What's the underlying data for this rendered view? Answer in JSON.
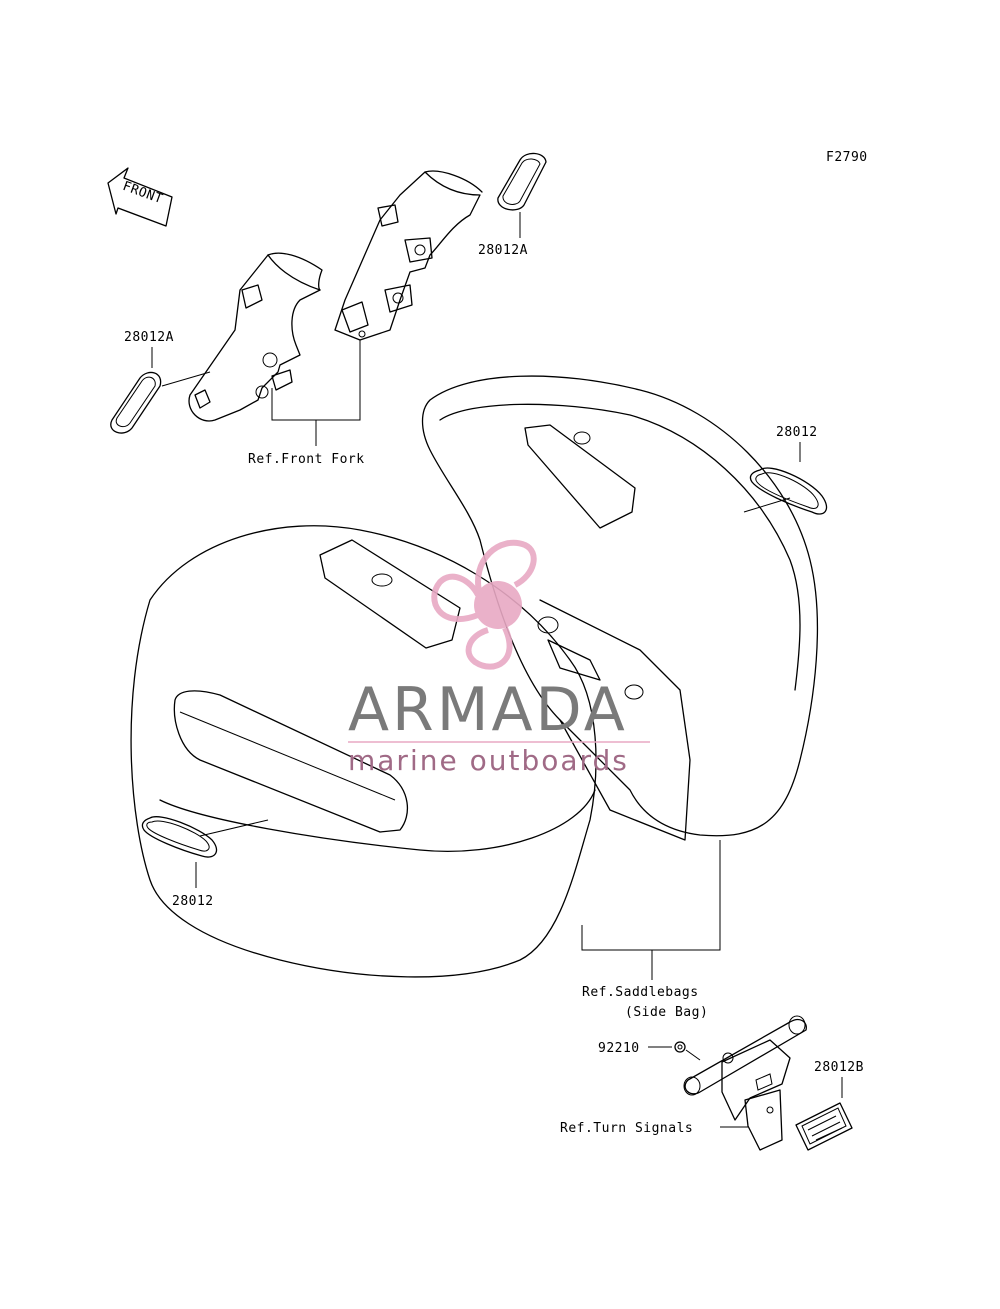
{
  "figure_code": "F2790",
  "front_arrow_text": "FRONT",
  "callouts": {
    "reflector_upper_right": "28012A",
    "reflector_upper_left": "28012A",
    "reflector_right_bag": "28012",
    "reflector_left_bag": "28012",
    "nut": "92210",
    "reflector_rear": "28012B"
  },
  "references": {
    "front_fork": "Ref.Front Fork",
    "saddlebags_line1": "Ref.Saddlebags",
    "saddlebags_line2": "(Side Bag)",
    "turn_signals": "Ref.Turn Signals"
  },
  "watermark": {
    "brand": "ARMADA",
    "tagline": "marine outboards",
    "accent_color": "#e8a9c4",
    "text_color": "#7a7a7a"
  }
}
